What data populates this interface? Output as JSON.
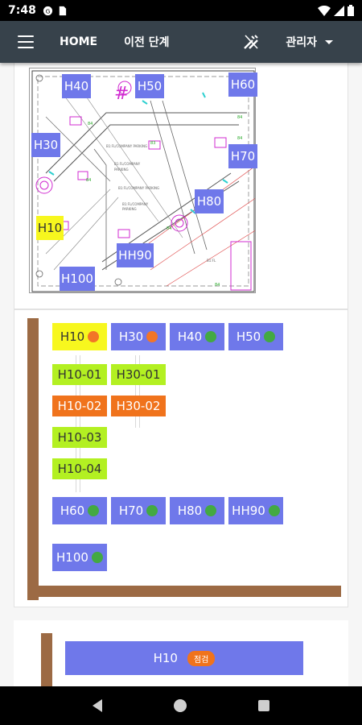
{
  "status": {
    "time": "7:48"
  },
  "appbar": {
    "home": "HOME",
    "prev": "이전 단계",
    "user": "관리자"
  },
  "drawing": {
    "pins": [
      {
        "id": "h40",
        "label": "H40"
      },
      {
        "id": "h50",
        "label": "H50"
      },
      {
        "id": "h60",
        "label": "H60"
      },
      {
        "id": "h30",
        "label": "H30"
      },
      {
        "id": "h70",
        "label": "H70"
      },
      {
        "id": "h80",
        "label": "H80"
      },
      {
        "id": "h10",
        "label": "H10",
        "selected": true
      },
      {
        "id": "hh90",
        "label": "HH90"
      },
      {
        "id": "h100",
        "label": "H100"
      }
    ]
  },
  "holes": {
    "row1": [
      {
        "label": "H10",
        "status": "orange",
        "selected": true
      },
      {
        "label": "H30",
        "status": "orange"
      },
      {
        "label": "H40",
        "status": "green"
      },
      {
        "label": "H50",
        "status": "green"
      }
    ],
    "subs": [
      {
        "label": "H10-01",
        "color": "lime"
      },
      {
        "label": "H30-01",
        "color": "lime"
      },
      {
        "label": "H10-02",
        "color": "orange"
      },
      {
        "label": "H30-02",
        "color": "orange"
      },
      {
        "label": "H10-03",
        "color": "lime"
      },
      {
        "label": "H10-04",
        "color": "lime"
      }
    ],
    "row2": [
      {
        "label": "H60",
        "status": "green"
      },
      {
        "label": "H70",
        "status": "green"
      },
      {
        "label": "H80",
        "status": "green"
      },
      {
        "label": "HH90",
        "status": "green"
      }
    ],
    "row3": [
      {
        "label": "H100",
        "status": "green"
      }
    ]
  },
  "detail": {
    "label": "H10",
    "badge": "점검"
  },
  "colors": {
    "appbar": "#37424b",
    "pin": "#6f78ea",
    "selected": "#f7f71e",
    "wall": "#9c6a44",
    "green": "#43a942",
    "orange": "#f27527",
    "lime": "#b3f022"
  }
}
